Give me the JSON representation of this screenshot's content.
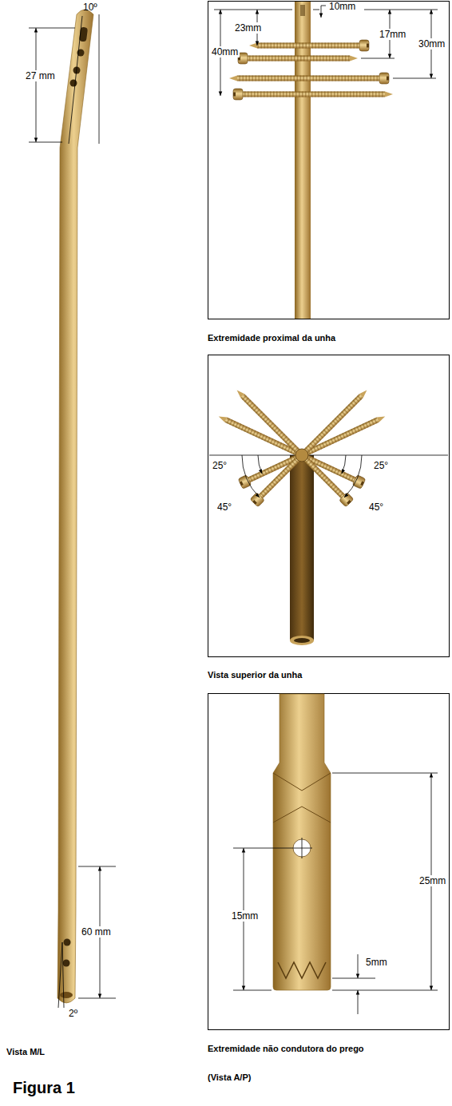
{
  "diagram": {
    "caption": "Figura 1",
    "labels": [
      "10º",
      "27 mm",
      "60 mm",
      "2º",
      "Vista M/L",
      "10mm",
      "23mm",
      "17mm",
      "30mm",
      "40mm",
      "Extremidade proximal da unha",
      "25°",
      "45°",
      "25°",
      "45°",
      "Vista superior da unha",
      "25mm",
      "15mm",
      "5mm",
      "Extremidade não condutora do prego",
      "(Vista A/P)"
    ]
  }
}
